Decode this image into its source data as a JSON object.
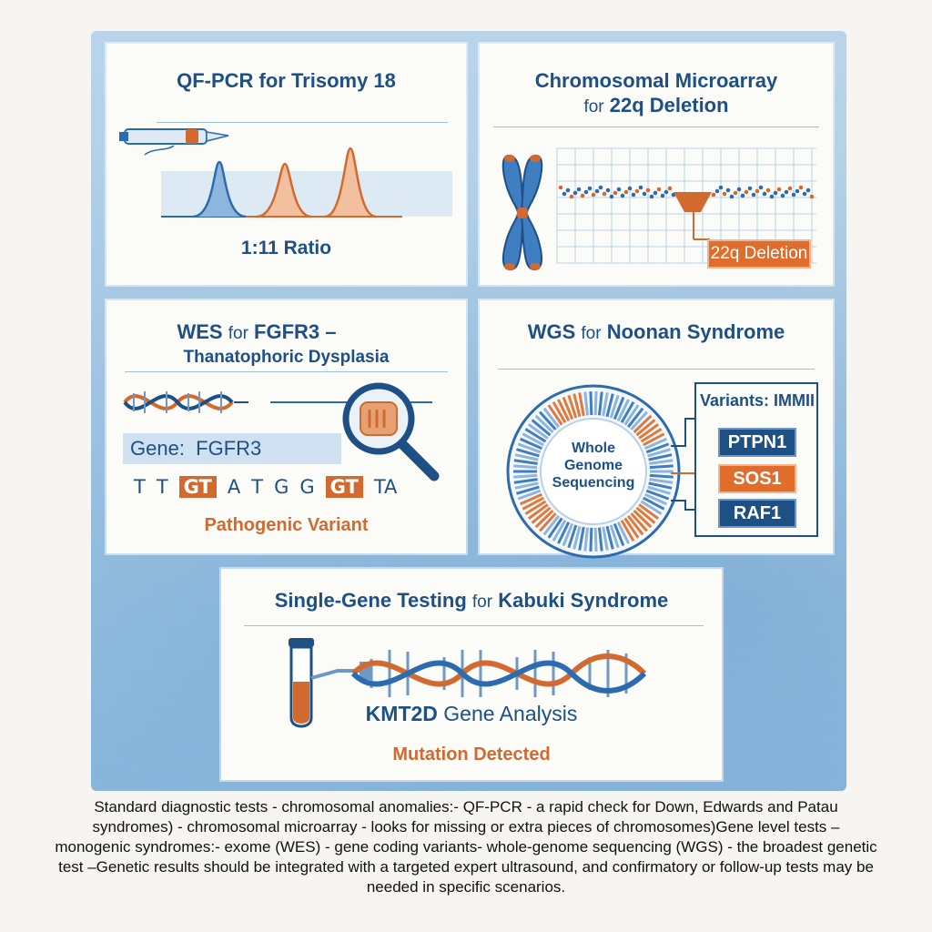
{
  "panels": {
    "qfpcr": {
      "title_main": "QF-PCR for Trisomy 18",
      "ratio_label": "1:11 Ratio"
    },
    "cma": {
      "title_line1": "Chromosomal Microarray",
      "title_for": "for",
      "title_rest": "22q Deletion",
      "deletion_label": "22q Deletion"
    },
    "wes": {
      "title_a": "WES",
      "title_for": "for",
      "title_b": "FGFR3 –",
      "title_line2": "Thanatophoric Dysplasia",
      "gene_label": "Gene:  FGFR3",
      "seq": [
        {
          "t": "T",
          "hl": false
        },
        {
          "t": "T",
          "hl": false
        },
        {
          "t": "GT",
          "hl": true
        },
        {
          "t": "A",
          "hl": false
        },
        {
          "t": "T",
          "hl": false
        },
        {
          "t": "G",
          "hl": false
        },
        {
          "t": "G",
          "hl": false
        },
        {
          "t": "GT",
          "hl": true
        },
        {
          "t": "TA",
          "hl": false
        }
      ],
      "variant_label": "Pathogenic Variant"
    },
    "wgs": {
      "title_a": "WGS",
      "title_for": "for",
      "title_b": "Noonan Syndrome",
      "center_text": "Whole Genome Sequencing",
      "variants_header": "Variants: IMMII",
      "variants": [
        "PTPN1",
        "SOS1",
        "RAF1"
      ]
    },
    "single": {
      "title_a": "Single-Gene Testing",
      "title_for": "for",
      "title_b": "Kabuki Syndrome",
      "gene_a": "KMT2D",
      "gene_b": "Gene Analysis",
      "result": "Mutation Detected"
    }
  },
  "footer": "Standard diagnostic tests - chromosomal anomalies:- QF-PCR - a rapid check for Down, Edwards and Patau syndromes) - chromosomal microarray - looks for missing or extra pieces of chromosomes)Gene level tests – monogenic syndromes:- exome (WES) - gene coding variants- whole-genome sequencing (WGS) - the broadest genetic test –Genetic results should be integrated with a targeted expert ultrasound, and confirmatory or follow-up tests may be needed in specific scenarios.",
  "colors": {
    "navy": "#1e4f85",
    "blue": "#3f7fc1",
    "orange": "#d2692f",
    "wash": "#a9cbe5"
  }
}
